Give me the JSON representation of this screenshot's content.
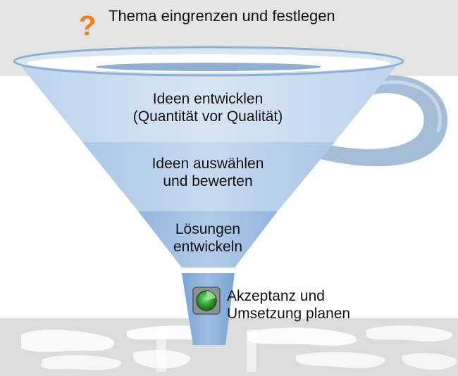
{
  "title": "Thema eingrenzen und festlegen",
  "title_icon": "question-mark-icon",
  "stages": [
    {
      "line1": "Ideen entwicklen",
      "line2": "(Quantität vor Qualität)"
    },
    {
      "line1": "Ideen auswählen",
      "line2": "und bewerten"
    },
    {
      "line1": "Lösungen",
      "line2": "entwickeln"
    },
    {
      "line1": "Akzeptanz und",
      "line2": "Umsetzung planen"
    }
  ],
  "output_icon": "green-radar-button-icon",
  "colors": {
    "top_band": "#e4e4e4",
    "bottom_band": "#dcdcdc",
    "funnel_rim": "#8fb0d3",
    "band_1": "#c8dcef",
    "band_2": "#b9d0ea",
    "band_3": "#a5c1e3",
    "spout": "#8db0da",
    "handle": "#9fb8d3",
    "question_mark": "#f07f1c",
    "button_green": "#2e9a2e"
  }
}
